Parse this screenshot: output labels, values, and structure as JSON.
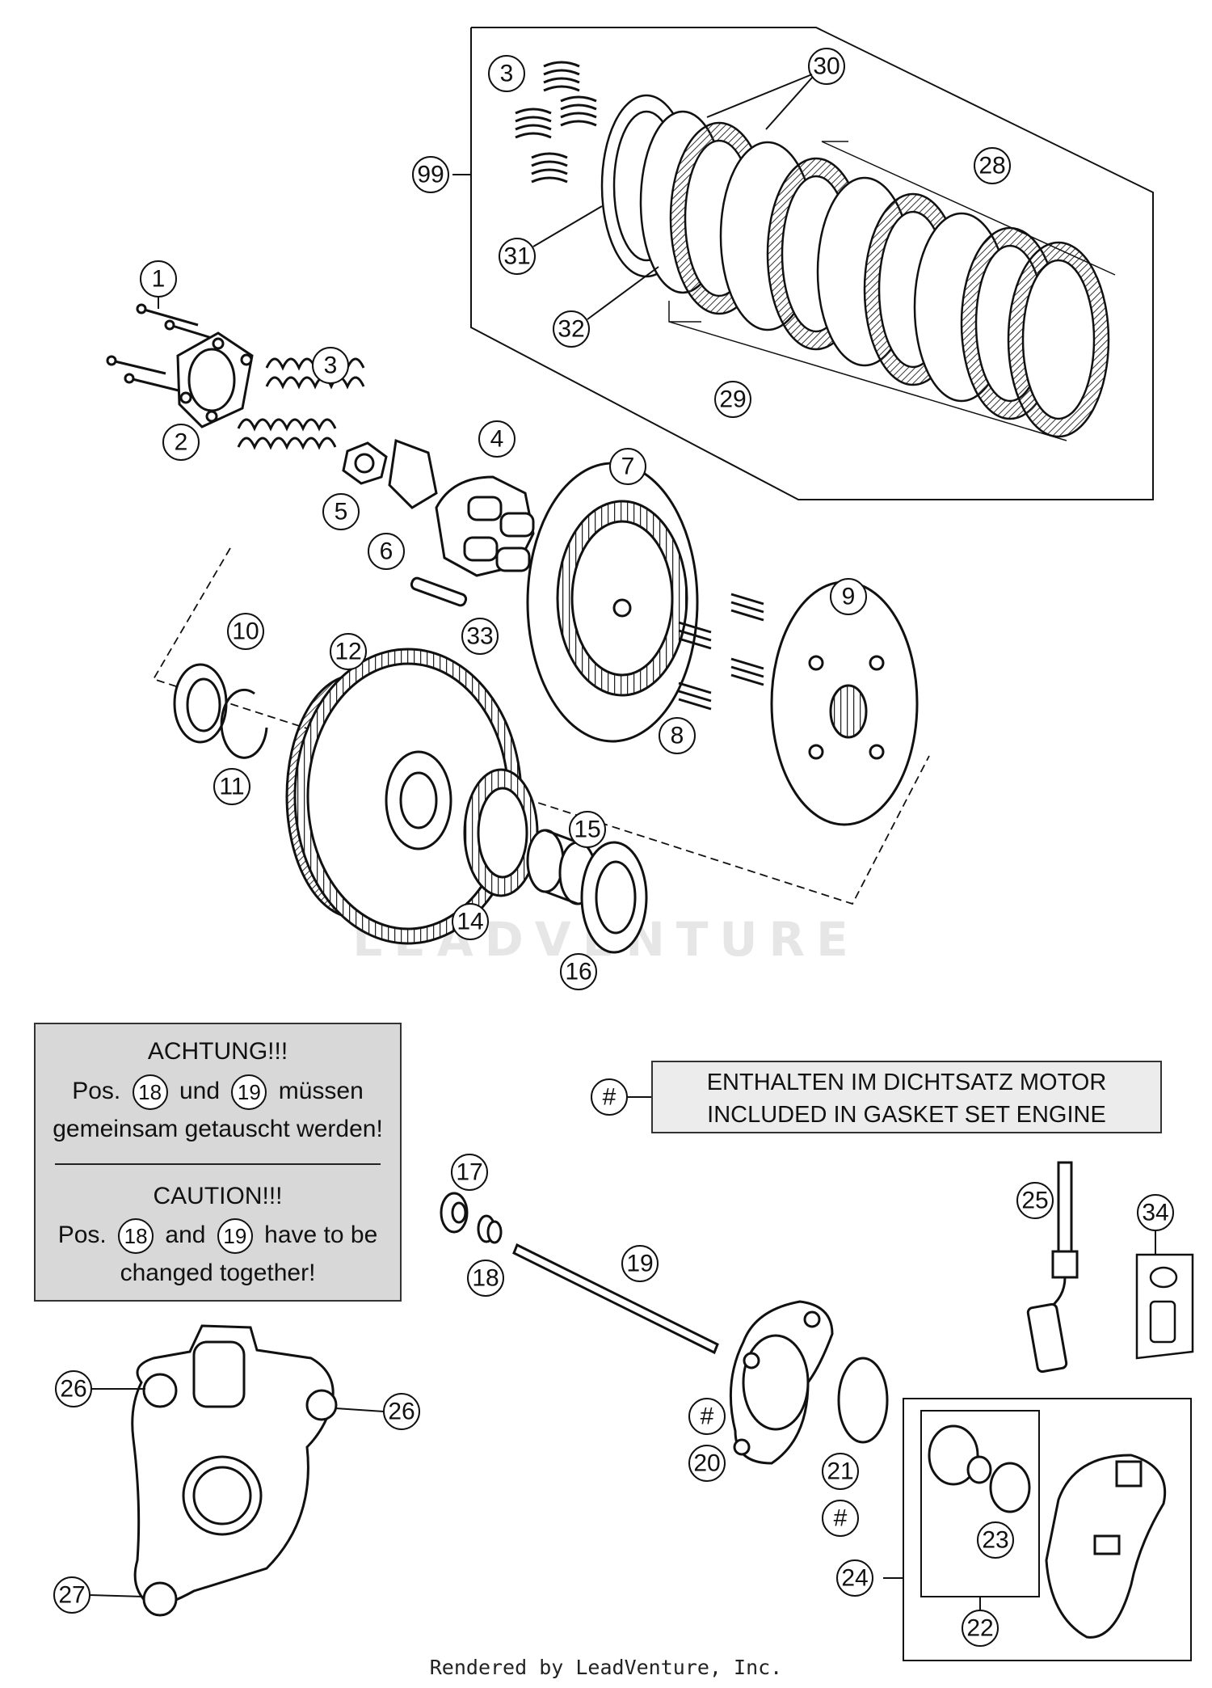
{
  "watermark": "LEADVENTURE",
  "footer": "Rendered by LeadVenture, Inc.",
  "warning_box": {
    "de_title": "ACHTUNG!!!",
    "de_line1_prefix": "Pos.",
    "de_ref1": "18",
    "de_line1_mid": "und",
    "de_ref2": "19",
    "de_line1_suffix": "müssen",
    "de_line2": "gemeinsam getauscht werden!",
    "en_title": "CAUTION!!!",
    "en_line1_prefix": "Pos.",
    "en_ref1": "18",
    "en_line1_mid": "and",
    "en_ref2": "19",
    "en_line1_suffix": "have to be",
    "en_line2": "changed together!"
  },
  "legend": {
    "symbol": "#",
    "line1": "ENTHALTEN IM DICHTSATZ MOTOR",
    "line2": "INCLUDED IN GASKET SET ENGINE"
  },
  "callouts": {
    "c1": "1",
    "c2": "2",
    "c3a": "3",
    "c3b": "3",
    "c4": "4",
    "c5": "5",
    "c6": "6",
    "c7": "7",
    "c8": "8",
    "c9": "9",
    "c10": "10",
    "c11": "11",
    "c12": "12",
    "c14": "14",
    "c15": "15",
    "c16": "16",
    "c17": "17",
    "c18": "18",
    "c19": "19",
    "c20": "20",
    "c21": "21",
    "c22": "22",
    "c23": "23",
    "c24": "24",
    "c25": "25",
    "c26a": "26",
    "c26b": "26",
    "c27": "27",
    "c28": "28",
    "c29": "29",
    "c30": "30",
    "c31": "31",
    "c32": "32",
    "c33": "33",
    "c34": "34",
    "c99": "99",
    "h1": "#",
    "h2": "#"
  }
}
